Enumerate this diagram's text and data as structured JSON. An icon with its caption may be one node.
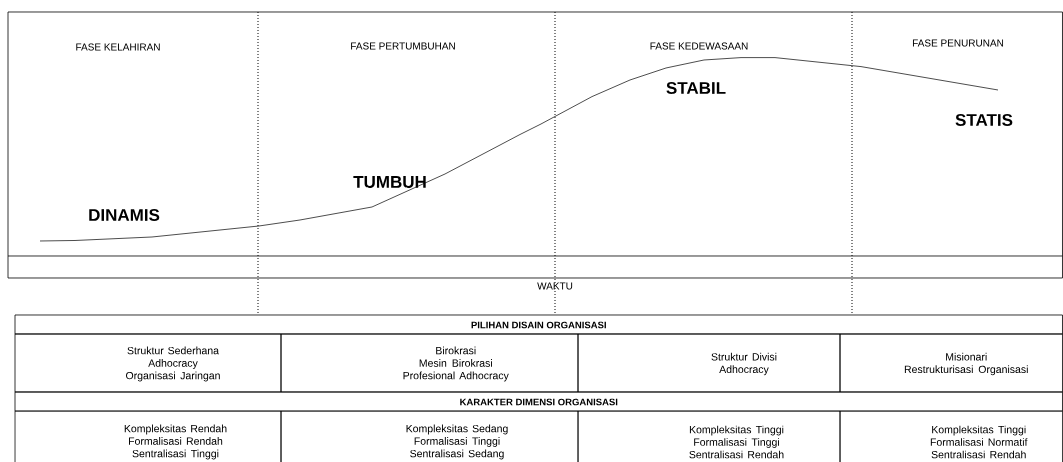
{
  "diagram": {
    "labels": [
      "FASE KELAHIRAN",
      "FASE PERTUMBUHAN",
      "FASE KEDEWASAAN",
      "FASE  PENURUNAN",
      "DINAMIS",
      "TUMBUH",
      "STABIL",
      "STATIS",
      "WAKTU",
      "PILIHAN DISAIN ORGANISASI",
      "Struktur Sederhana Adhocracy Organisasi Jaringan",
      "Birokrasi Mesin Birokrasi Profesional Adhocracy",
      "Struktur Divisi Adhocracy",
      "Misionari Restrukturisasi Organisasi",
      "KARAKTER DIMENSI ORGANISASI",
      "Kompleksitas Rendah Formalisasi Rendah Sentralisasi Tinggi",
      "Kompleksitas Sedang Formalisasi Tinggi Sentralisasi Sedang",
      "Kompleksitas Tinggi Formalisasi Tinggi Sentralisasi Rendah",
      "Kompleksitas Tinggi Formalisasi Normatif Sentralisasi Rendah"
    ]
  }
}
